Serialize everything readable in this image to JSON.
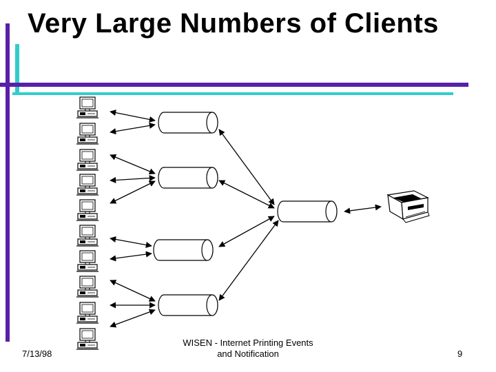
{
  "slide": {
    "title": "Very Large Numbers of Clients",
    "footer": {
      "date": "7/13/98",
      "center_line1": "WISEN - Internet  Printing Events",
      "center_line2": "and Notification",
      "page_number": "9"
    }
  },
  "diagram": {
    "client_icon": "desktop-computer-icon",
    "queue_icon": "cylinder-queue-icon",
    "printer_icon": "printer-icon",
    "client_count": 10,
    "intermediate_queue_count": 4,
    "colors": {
      "accent_purple": "#5a1fa8",
      "accent_teal": "#33cccc",
      "line": "#000000"
    }
  }
}
